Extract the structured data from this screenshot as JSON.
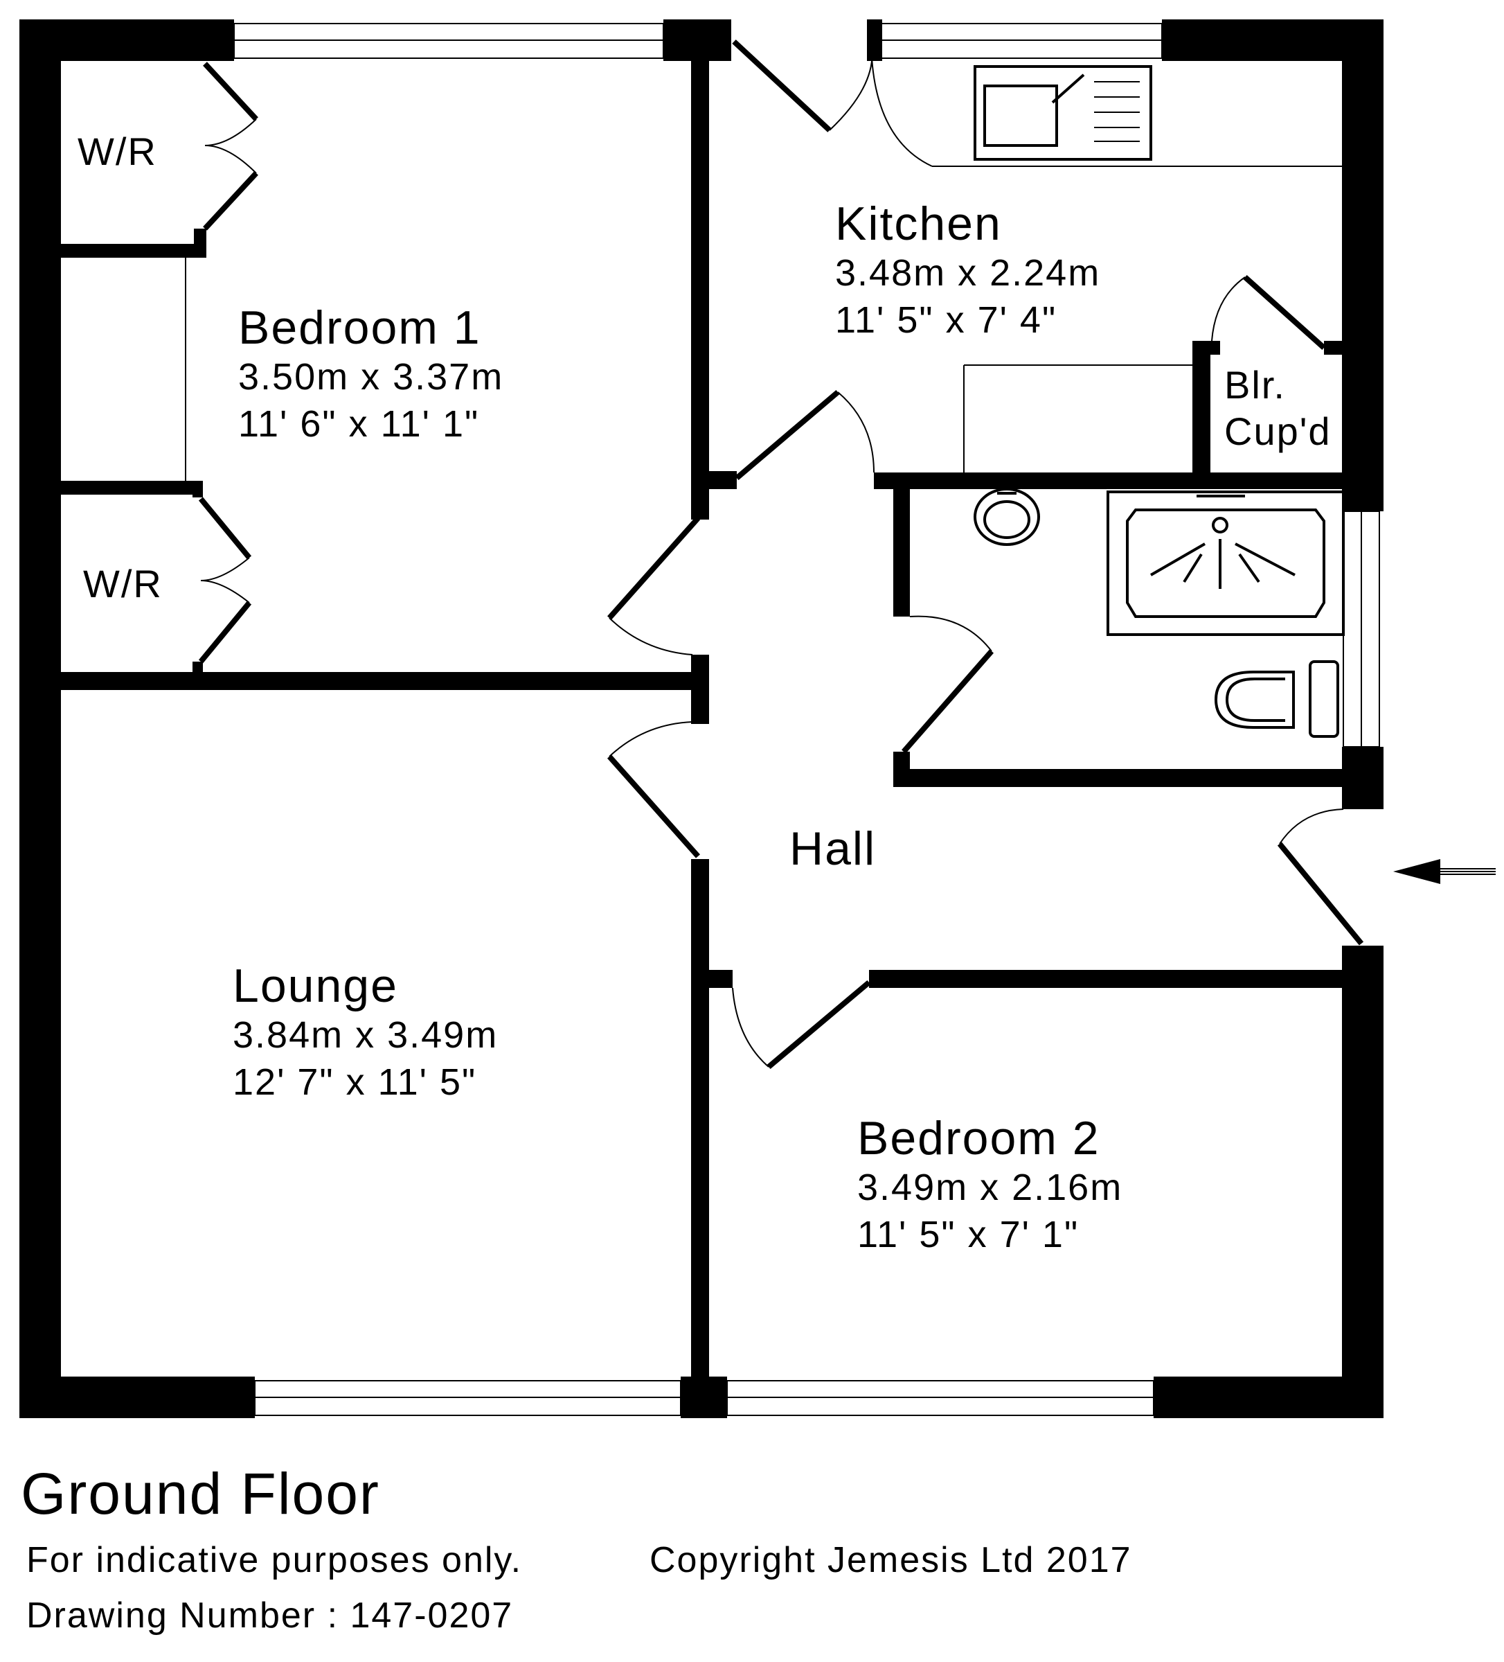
{
  "plan": {
    "rooms": [
      {
        "id": "bedroom1",
        "name": "Bedroom 1",
        "metric": "3.50m x 3.37m",
        "imperial": "11' 6\" x 11' 1\""
      },
      {
        "id": "kitchen",
        "name": "Kitchen",
        "metric": "3.48m x 2.24m",
        "imperial": "11' 5\" x 7' 4\""
      },
      {
        "id": "lounge",
        "name": "Lounge",
        "metric": "3.84m x 3.49m",
        "imperial": "12' 7\" x 11' 5\""
      },
      {
        "id": "bedroom2",
        "name": "Bedroom 2",
        "metric": "3.49m x 2.16m",
        "imperial": "11' 5\" x 7' 1\""
      },
      {
        "id": "hall",
        "name": "Hall"
      }
    ],
    "cupboards": {
      "wardrobe_upper": "W/R",
      "wardrobe_lower": "W/R",
      "boiler_line1": "Blr.",
      "boiler_line2": "Cup'd"
    }
  },
  "footer": {
    "floor_title": "Ground Floor",
    "disclaimer": "For indicative purposes only.",
    "drawing_number": "Drawing Number : 147-0207",
    "copyright": "Copyright Jemesis Ltd 2017"
  }
}
